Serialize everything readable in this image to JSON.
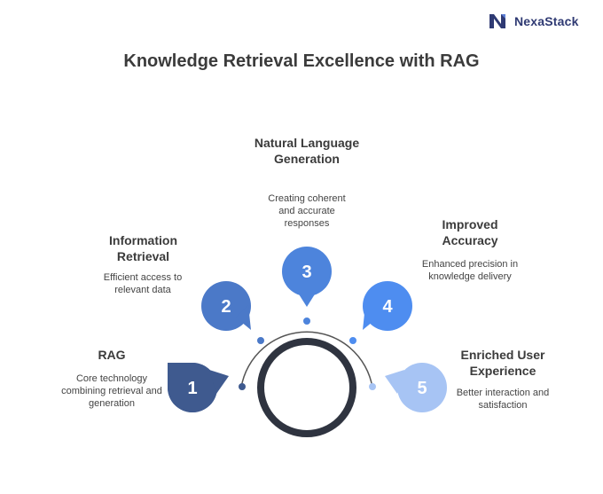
{
  "brand": {
    "name": "NexaStack",
    "icon": "nexastack-logo-icon"
  },
  "title": "Knowledge Retrieval Excellence with RAG",
  "colors": {
    "step1": "#3f5a8f",
    "step2": "#4b79c8",
    "step3": "#4d84dc",
    "step4": "#4e8df0",
    "step5": "#a7c4f4",
    "ring": "#2f3440",
    "arc": "#555555"
  },
  "steps": [
    {
      "number": "1",
      "title": "RAG",
      "description": "Core technology combining retrieval and generation"
    },
    {
      "number": "2",
      "title": "Information Retrieval",
      "description": "Efficient access to relevant data"
    },
    {
      "number": "3",
      "title": "Natural Language Generation",
      "description": "Creating coherent and accurate responses"
    },
    {
      "number": "4",
      "title": "Improved Accuracy",
      "description": "Enhanced precision in knowledge delivery"
    },
    {
      "number": "5",
      "title": "Enriched User Experience",
      "description": "Better interaction and satisfaction"
    }
  ]
}
